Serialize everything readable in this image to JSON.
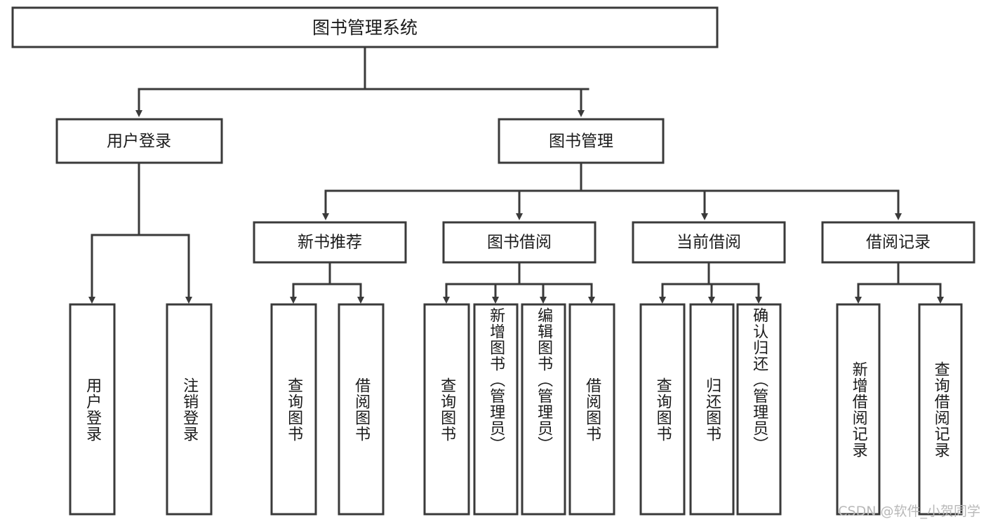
{
  "diagram": {
    "title": "图书管理系统",
    "type": "tree",
    "watermark": "CSDN @软件_小贺同学",
    "levels": {
      "root": {
        "label": "图书管理系统"
      },
      "level1": [
        {
          "label": "用户登录"
        },
        {
          "label": "图书管理"
        }
      ],
      "level2": [
        {
          "label": "新书推荐"
        },
        {
          "label": "图书借阅"
        },
        {
          "label": "当前借阅"
        },
        {
          "label": "借阅记录"
        }
      ],
      "leaves": [
        {
          "label": "用户登录",
          "parent": "用户登录"
        },
        {
          "label": "注销登录",
          "parent": "用户登录"
        },
        {
          "label": "查询图书",
          "parent": "新书推荐"
        },
        {
          "label": "借阅图书",
          "parent": "新书推荐"
        },
        {
          "label": "查询图书",
          "parent": "图书借阅"
        },
        {
          "label": "新增图书（管理员）",
          "parent": "图书借阅"
        },
        {
          "label": "编辑图书（管理员）",
          "parent": "图书借阅"
        },
        {
          "label": "借阅图书",
          "parent": "图书借阅"
        },
        {
          "label": "查询图书",
          "parent": "当前借阅"
        },
        {
          "label": "归还图书",
          "parent": "当前借阅"
        },
        {
          "label": "确认归还（管理员）",
          "parent": "当前借阅"
        },
        {
          "label": "新增借阅记录",
          "parent": "借阅记录"
        },
        {
          "label": "查询借阅记录",
          "parent": "借阅记录"
        }
      ]
    },
    "colors": {
      "box_stroke": "#3a3a3a",
      "box_fill": "#ffffff",
      "line": "#3a3a3a",
      "text": "#1b1b1b",
      "watermark": "#b9b9b9",
      "background": "#ffffff"
    }
  }
}
